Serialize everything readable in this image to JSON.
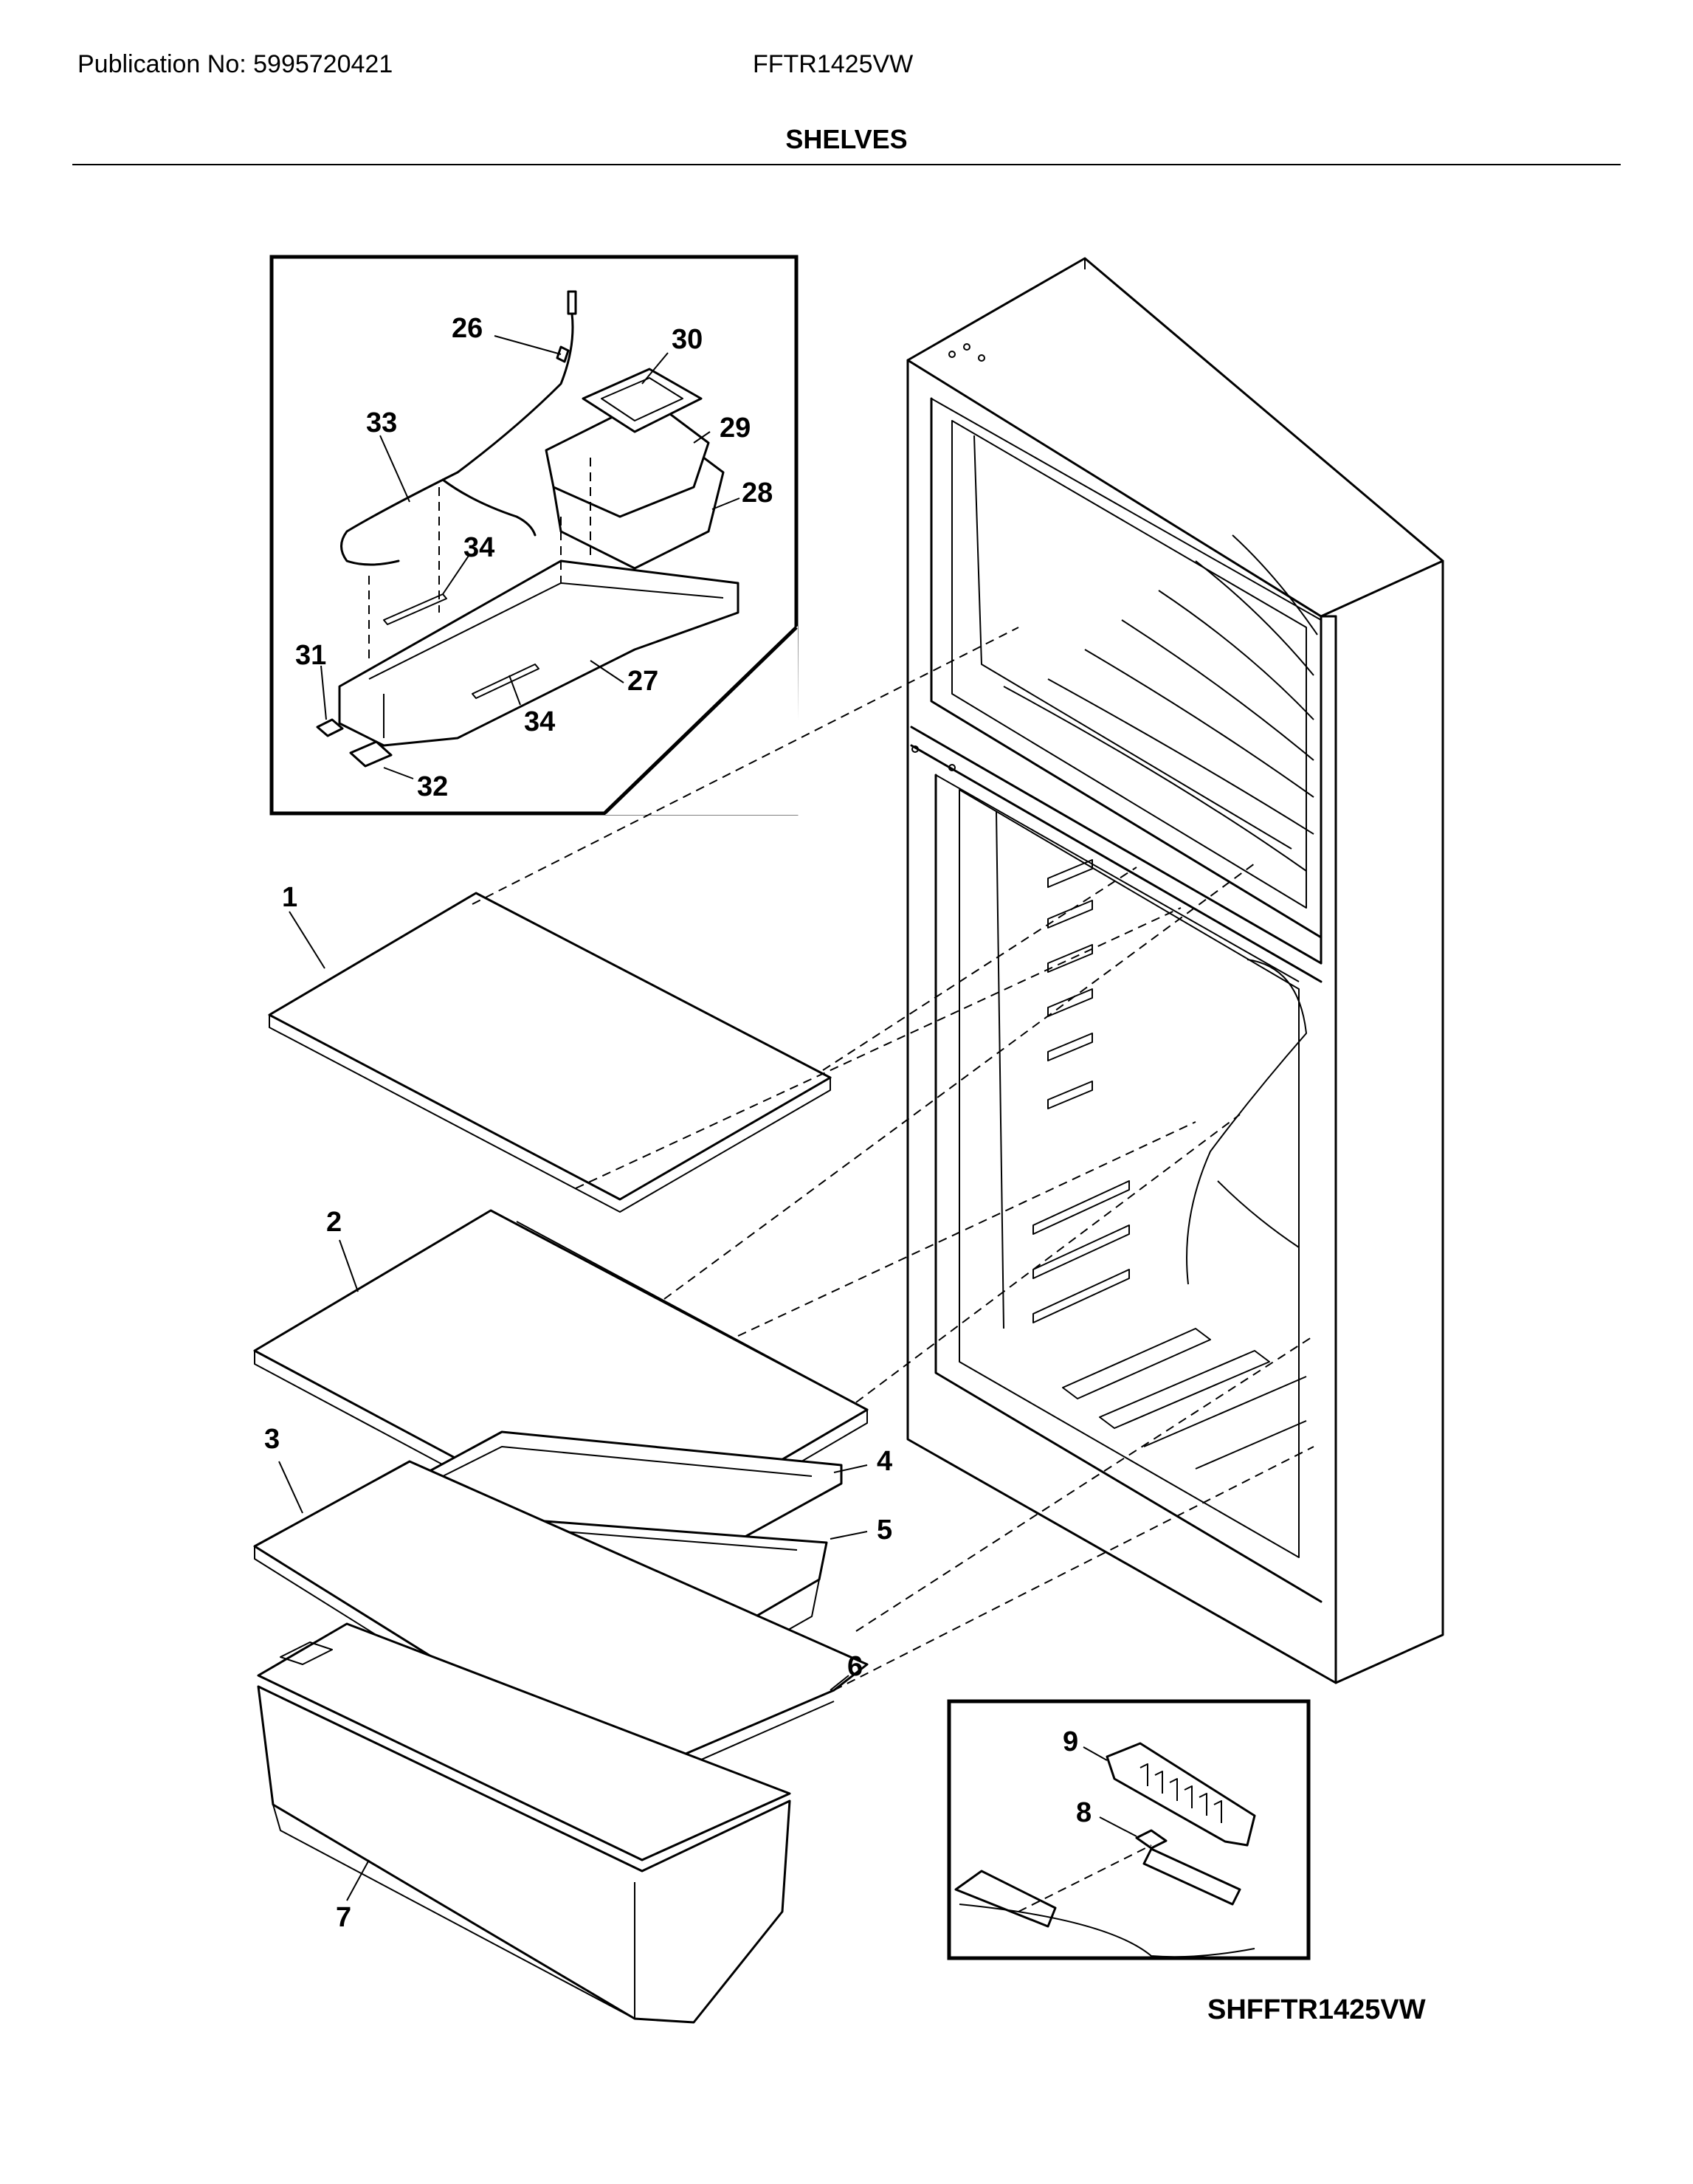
{
  "header": {
    "publication": "Publication No: 5995720421",
    "model": "FFTR1425VW",
    "section_title": "SHELVES"
  },
  "diagram_code": "SHFFTR1425VW",
  "callouts": {
    "c26": "26",
    "c30": "30",
    "c33": "33",
    "c29": "29",
    "c28": "28",
    "c34a": "34",
    "c31": "31",
    "c34b": "34",
    "c27": "27",
    "c32": "32",
    "c1": "1",
    "c2": "2",
    "c3": "3",
    "c4": "4",
    "c5": "5",
    "c6": "6",
    "c7": "7",
    "c9": "9",
    "c8": "8"
  }
}
